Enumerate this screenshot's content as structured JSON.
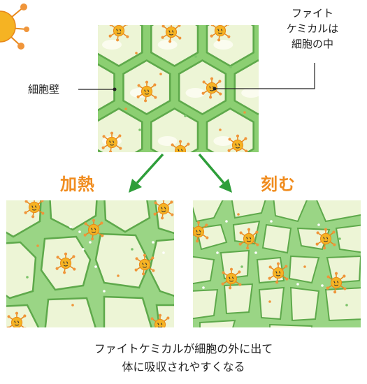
{
  "labels": {
    "cell_wall": "細胞壁",
    "phytochemical_line1": "ファイト",
    "phytochemical_line2": "ケミカルは",
    "phytochemical_line3": "細胞の中"
  },
  "methods": {
    "heat": "加熱",
    "chop": "刻む"
  },
  "caption": {
    "line1": "ファイトケミカルが細胞の外に出て",
    "line2": "体に吸収されやすくなる"
  },
  "colors": {
    "cell_wall": "#8ccf72",
    "wall_dark": "#5ea94b",
    "cell_interior": "#edf5d6",
    "cell_highlight": "#fbfcef",
    "phytochemical_body": "#f5b323",
    "phytochemical_outline": "#e8881a",
    "arrow": "#2e9e3a",
    "method_text": "#f08c1e"
  },
  "icons": {
    "phytochemical": "smiling-virus-icon",
    "arrow": "down-arrow-icon"
  }
}
